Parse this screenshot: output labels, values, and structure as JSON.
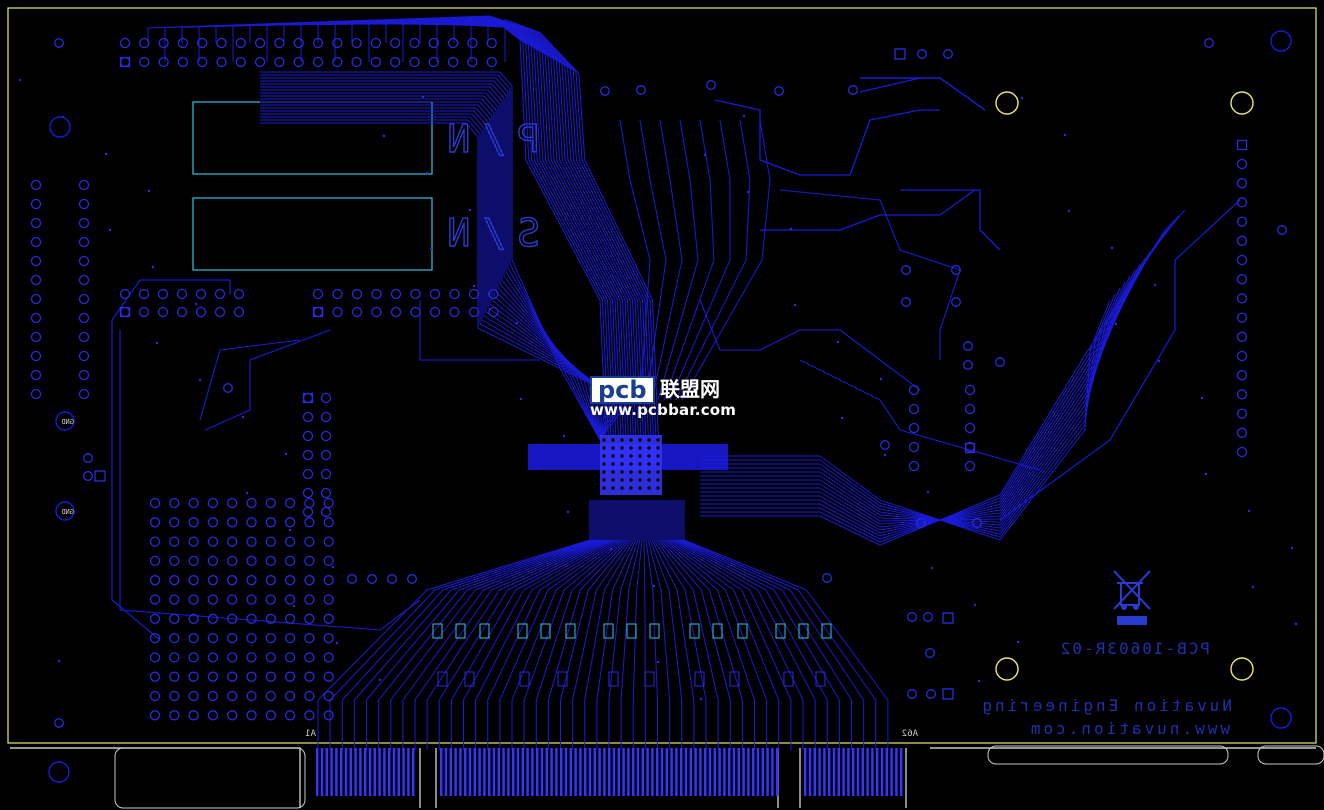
{
  "board": {
    "pn_label": "P/N",
    "sn_label": "S/N",
    "part_number": "PCB-10603R-02",
    "company_line1": "Nuvation Engineering",
    "company_line2": "www.nuvation.com",
    "pin_a1": "A1",
    "pin_a62": "A62",
    "gnd_label": "GND",
    "colors": {
      "background": "#000000",
      "trace": "#1a1ad6",
      "trace_bright": "#3535ff",
      "pad": "#2a2ae0",
      "silkscreen": "#2ec4e0",
      "outline": "#e8e870",
      "mechanical": "#c8c8c8",
      "mirrored_text": "#1f2fb0"
    }
  },
  "watermark": {
    "logo_text": "pcb",
    "chinese_text": "联盟网",
    "url": "www.pcbbar.com"
  },
  "icons": [
    "weee-recycle-bin-icon",
    "mounting-hole-icon"
  ]
}
